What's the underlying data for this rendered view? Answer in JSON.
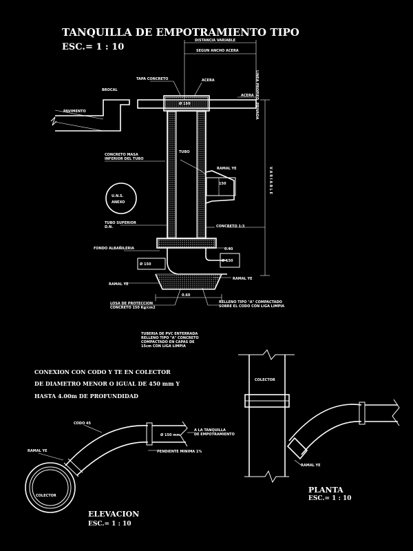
{
  "drawing": {
    "title": "TANQUILLA DE EMPOTRAMIENTO TIPO",
    "scale": "ESC.= 1 : 10",
    "elevation_title": "ELEVACION",
    "elevation_scale": "ESC.= 1 : 10",
    "plan_title": "PLANTA",
    "plan_scale": "ESC.= 1 : 10",
    "collector_label": "COLECTOR",
    "collector_label_plan": "COLECTOR",
    "variable_label": "V A R I A B L E",
    "dim_bottom": "0.60",
    "dim_side": "0.40",
    "note_left_1": "CONEXION CON CODO Y TE EN COLECTOR",
    "note_left_2": "DE DIAMETRO MENOR O IGUAL DE 450 mm Y",
    "note_left_3": "HASTA 4.00m DE PROFUNDIDAD",
    "circle_label_1": "U.N.S.",
    "circle_label_2": "ANEXO",
    "top_label_1": "DISTANCIA VARIABLE",
    "top_label_2": "SEGUN ANCHO ACERA",
    "top_right_label": "LINEA PROPIED. PRIVADA",
    "label_tapa": "TAPA CONCRETO",
    "label_acera": "ACERA",
    "label_brocal": "BROCAL",
    "label_pavimento": "PAVIMENTO",
    "label_codo": "CODO 45",
    "label_ramal": "RAMAL YE",
    "label_tubo": "TUBO",
    "label_concreto": "CONCRETO 1:3",
    "label_fondo": "FONDO ALBAÑILERIA"
  }
}
